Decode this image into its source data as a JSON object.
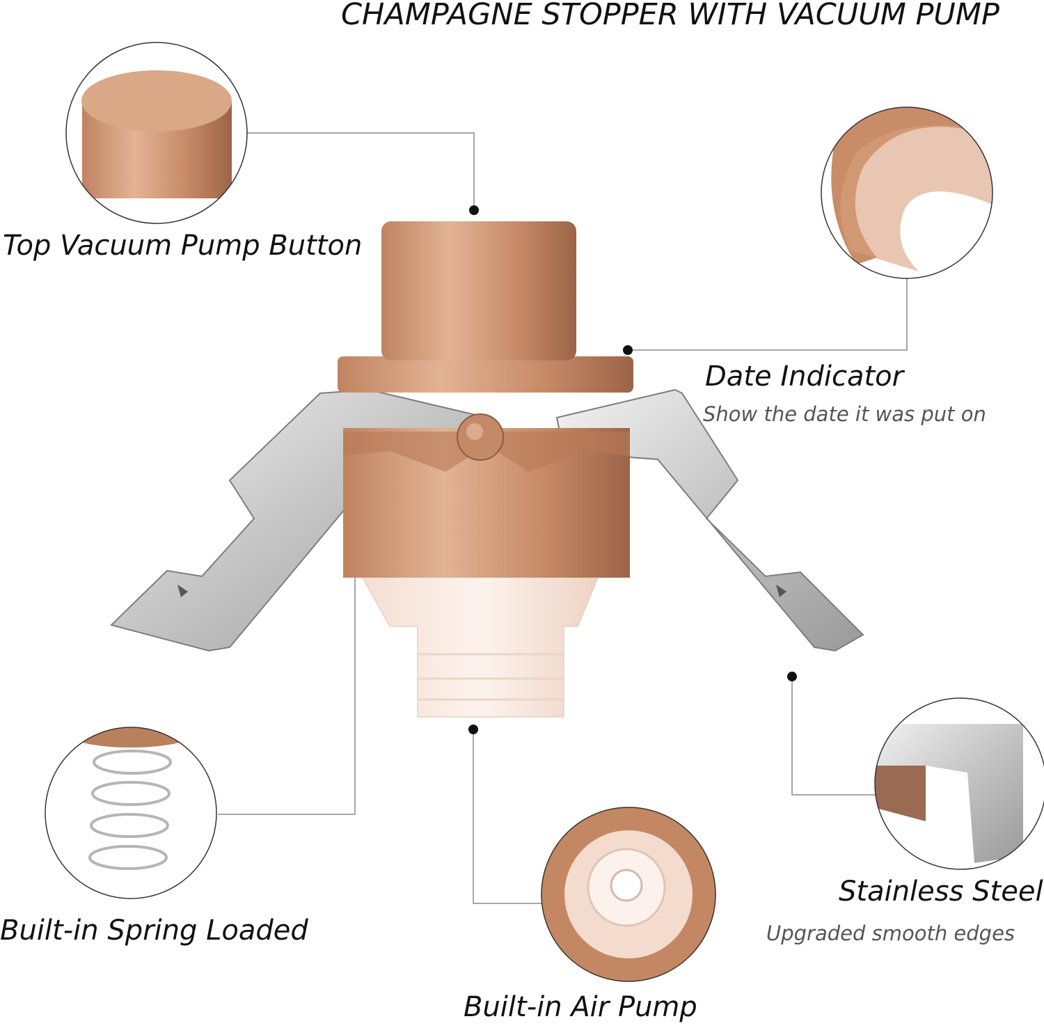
{
  "title": "CHAMPAGNE STOPPER WITH VACUUM PUMP",
  "callouts": {
    "top_button": {
      "label": "Top Vacuum Pump Button"
    },
    "date_indicator": {
      "label": "Date Indicator",
      "description": "Show the date it was put on"
    },
    "spring": {
      "label": "Built-in Spring Loaded"
    },
    "air_pump": {
      "label": "Built-in Air Pump"
    },
    "steel": {
      "label": "Stainless Steel",
      "description": "Upgraded smooth edges"
    }
  },
  "colors": {
    "copper": "#c9906e",
    "copper_dark": "#a86c4c",
    "steel": "#c9c9c9",
    "silicone": "#f7e6dc",
    "line": "#8a8a8a",
    "text": "#111111",
    "subtext": "#555555"
  }
}
